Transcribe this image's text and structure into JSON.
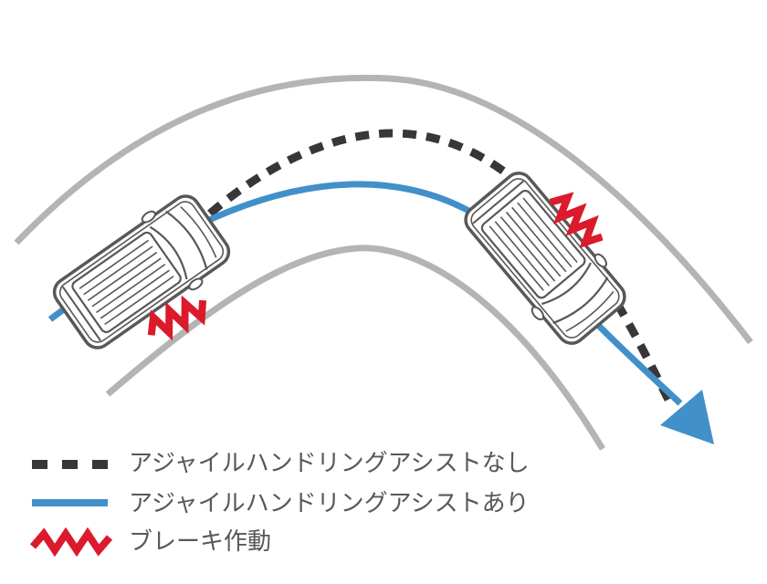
{
  "colors": {
    "background": "#FFFFFF",
    "road_edge": "#B4B4B5",
    "trajectory_without_assist": "#3A3536",
    "trajectory_with_assist": "#4190CA",
    "brake_marker": "#DB1A2B",
    "car_outline": "#595757",
    "legend_text": "#595757"
  },
  "legend": {
    "items": [
      {
        "id": "without-assist",
        "swatch": "dashed-line",
        "label": "アジャイルハンドリングアシストなし"
      },
      {
        "id": "with-assist",
        "swatch": "solid-line",
        "label": "アジャイルハンドリングアシストあり"
      },
      {
        "id": "brake",
        "swatch": "zigzag-line",
        "label": "ブレーキ作動"
      }
    ]
  }
}
